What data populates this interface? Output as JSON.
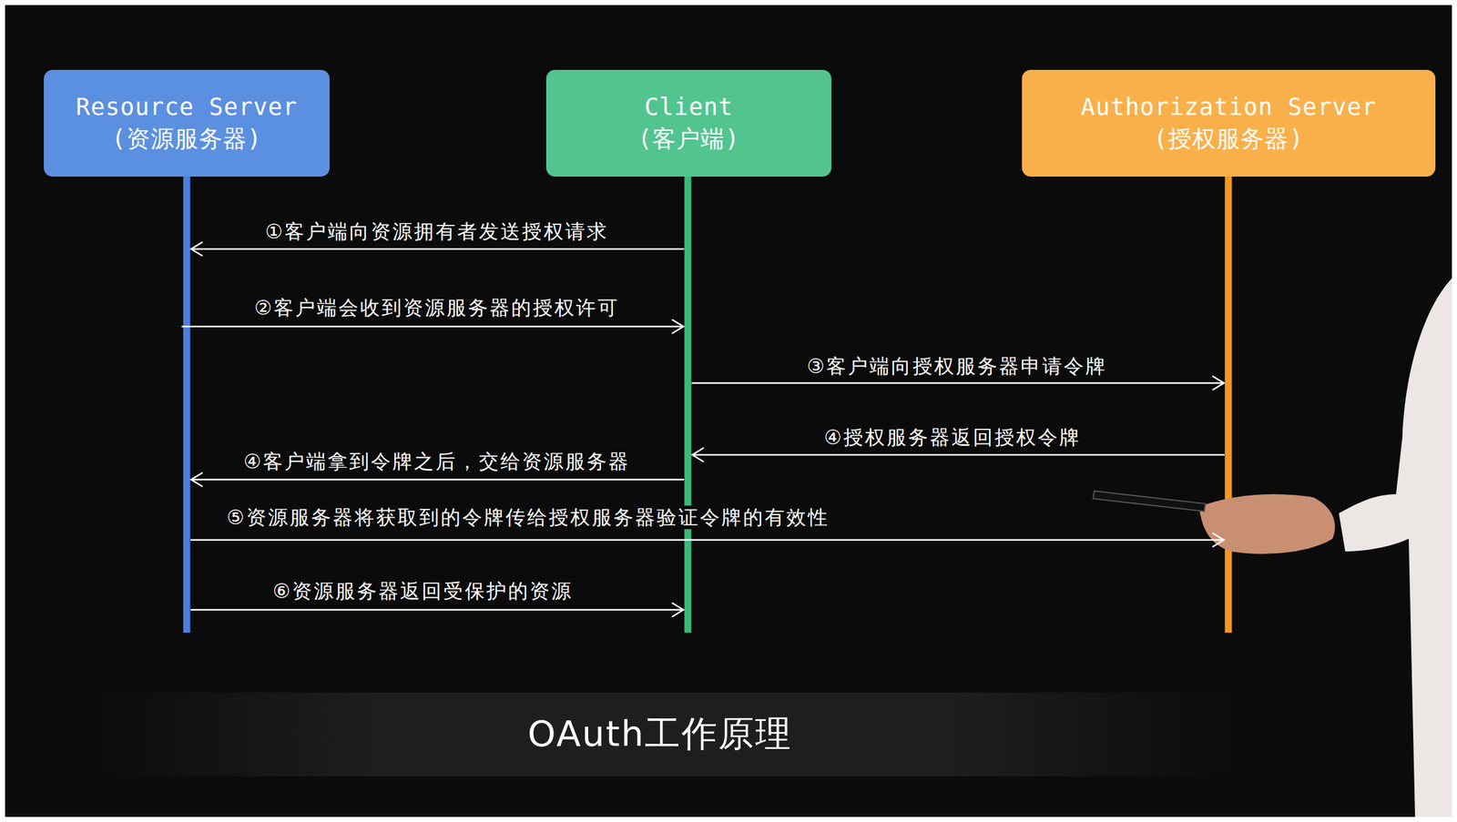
{
  "diagram": {
    "caption": "OAuth工作原理",
    "nodes": [
      {
        "text": [
          "Resource Server",
          "(资源服务器)"
        ]
      },
      {
        "text": [
          "Client",
          "(客户端)"
        ]
      },
      {
        "text": [
          "Authorization Server",
          "(授权服务器)"
        ]
      }
    ],
    "edges": [
      {
        "from": 1,
        "to": 0,
        "arrow": "to",
        "label": "①客户端向资源拥有者发送授权请求"
      },
      {
        "from": 0,
        "to": 1,
        "arrow": "to",
        "label": "②客户端会收到资源服务器的授权许可"
      },
      {
        "from": 1,
        "to": 2,
        "arrow": "to",
        "label": "③客户端向授权服务器申请令牌"
      },
      {
        "from": 2,
        "to": 1,
        "arrow": "to",
        "label": "④授权服务器返回授权令牌"
      },
      {
        "from": 1,
        "to": 0,
        "arrow": "to",
        "label": "④客户端拿到令牌之后，交给资源服务器"
      },
      {
        "from": 0,
        "to": 2,
        "arrow": "to",
        "label": "⑤资源服务器将获取到的令牌传给授权服务器验证令牌的有效性"
      },
      {
        "from": 0,
        "to": 1,
        "arrow": "to",
        "label": "⑥资源服务器返回受保护的资源"
      }
    ]
  }
}
